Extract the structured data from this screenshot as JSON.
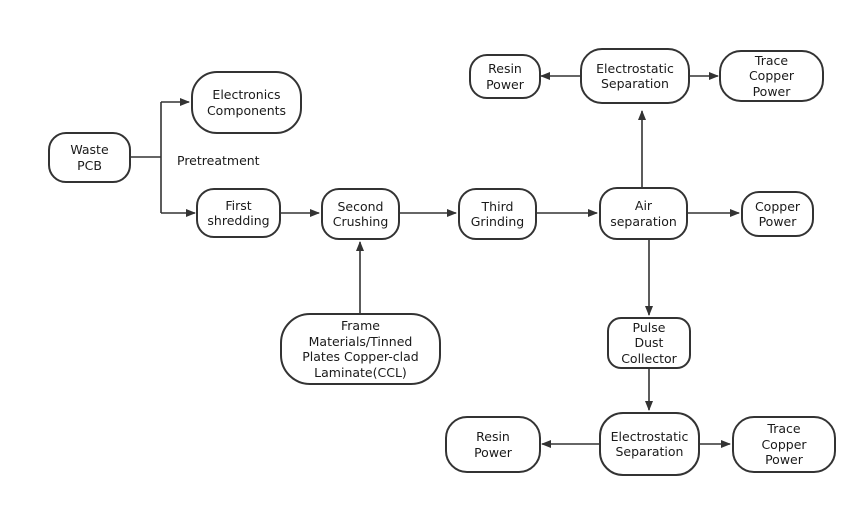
{
  "nodes": {
    "waste_pcb": "Waste\nPCB",
    "electronics_components": "Electronics\nComponents",
    "first_shredding": "First\nshredding",
    "second_crushing": "Second\nCrushing",
    "third_grinding": "Third\nGrinding",
    "air_separation": "Air\nseparation",
    "copper_power": "Copper\nPower",
    "electrostatic_top": "Electrostatic\nSeparation",
    "resin_power_top": "Resin\nPower",
    "trace_copper_top": "Trace\nCopper\nPower",
    "pulse_dust_collector": "Pulse\nDust\nCollector",
    "electrostatic_bottom": "Electrostatic\nSeparation",
    "resin_power_bottom": "Resin\nPower",
    "trace_copper_bottom": "Trace\nCopper\nPower",
    "frame_materials": "Frame\nMaterials/Tinned\nPlates Copper-clad\nLaminate(CCL)"
  },
  "labels": {
    "pretreatment": "Pretreatment"
  },
  "edges": [
    {
      "from": "waste_pcb",
      "to": "electronics_components"
    },
    {
      "from": "waste_pcb",
      "to": "first_shredding"
    },
    {
      "from": "first_shredding",
      "to": "second_crushing"
    },
    {
      "from": "frame_materials",
      "to": "second_crushing"
    },
    {
      "from": "second_crushing",
      "to": "third_grinding"
    },
    {
      "from": "third_grinding",
      "to": "air_separation"
    },
    {
      "from": "air_separation",
      "to": "copper_power"
    },
    {
      "from": "air_separation",
      "to": "electrostatic_top"
    },
    {
      "from": "electrostatic_top",
      "to": "resin_power_top"
    },
    {
      "from": "electrostatic_top",
      "to": "trace_copper_top"
    },
    {
      "from": "air_separation",
      "to": "pulse_dust_collector"
    },
    {
      "from": "pulse_dust_collector",
      "to": "electrostatic_bottom"
    },
    {
      "from": "electrostatic_bottom",
      "to": "resin_power_bottom"
    },
    {
      "from": "electrostatic_bottom",
      "to": "trace_copper_bottom"
    }
  ],
  "colors": {
    "stroke": "#333333",
    "background": "#ffffff"
  }
}
